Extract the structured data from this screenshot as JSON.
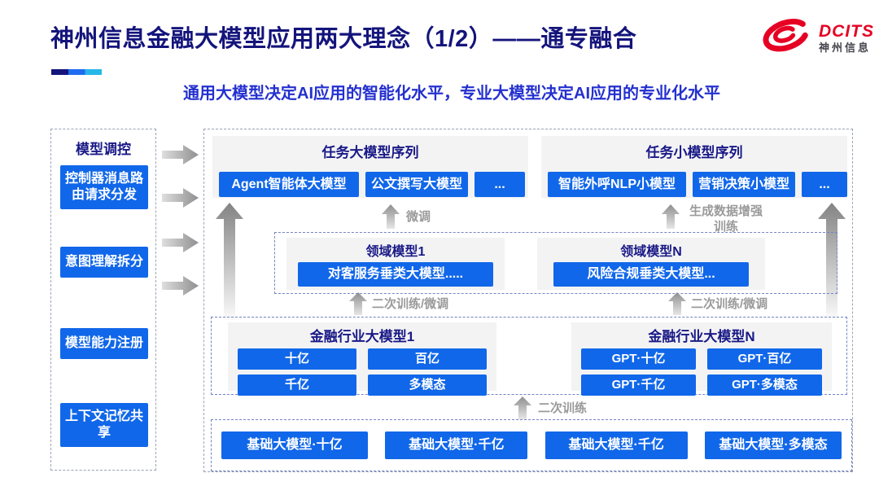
{
  "colors": {
    "title_navy": "#14147C",
    "subtitle_blue": "#2430CF",
    "chip_blue": "#1167E9",
    "logo_red": "#E60023",
    "arrow_gray": "#9A9A9A",
    "panel_gray": "#F3F3F4"
  },
  "header": {
    "title": "神州信息金融大模型应用两大理念（1/2）——通专融合",
    "subtitle": "通用大模型决定AI应用的智能化水平，专业大模型决定AI应用的专业化水平",
    "logo_text": "DCITS",
    "logo_subtext": "神州信息"
  },
  "sidebar": {
    "title": "模型调控",
    "items": [
      "控制器消息路由请求分发",
      "意图理解拆分",
      "模型能力注册",
      "上下文记忆共享"
    ]
  },
  "main": {
    "task_large": {
      "title": "任务大模型序列",
      "items": [
        "Agent智能体大模型",
        "公文撰写大模型",
        "..."
      ]
    },
    "task_small": {
      "title": "任务小模型序列",
      "items": [
        "智能外呼NLP小模型",
        "营销决策小模型",
        "..."
      ]
    },
    "labels": {
      "finetune": "微调",
      "gen_data": "生成数据增强训练",
      "second_train_finetune": "二次训练/微调",
      "second_train": "二次训练"
    },
    "domain": {
      "boxes": [
        {
          "title": "领域模型1",
          "item": "对客服务垂类大模型....."
        },
        {
          "title": "领域模型N",
          "item": "风险合规垂类大模型..."
        }
      ]
    },
    "industry": {
      "boxes": [
        {
          "title": "金融行业大模型1",
          "items": [
            "十亿",
            "百亿",
            "千亿",
            "多模态"
          ]
        },
        {
          "title": "金融行业大模型N",
          "items": [
            "GPT·十亿",
            "GPT·百亿",
            "GPT·千亿",
            "GPT·多模态"
          ]
        }
      ]
    },
    "base": {
      "items": [
        "基础大模型·十亿",
        "基础大模型·千亿",
        "基础大模型·千亿",
        "基础大模型·多模态"
      ]
    }
  }
}
